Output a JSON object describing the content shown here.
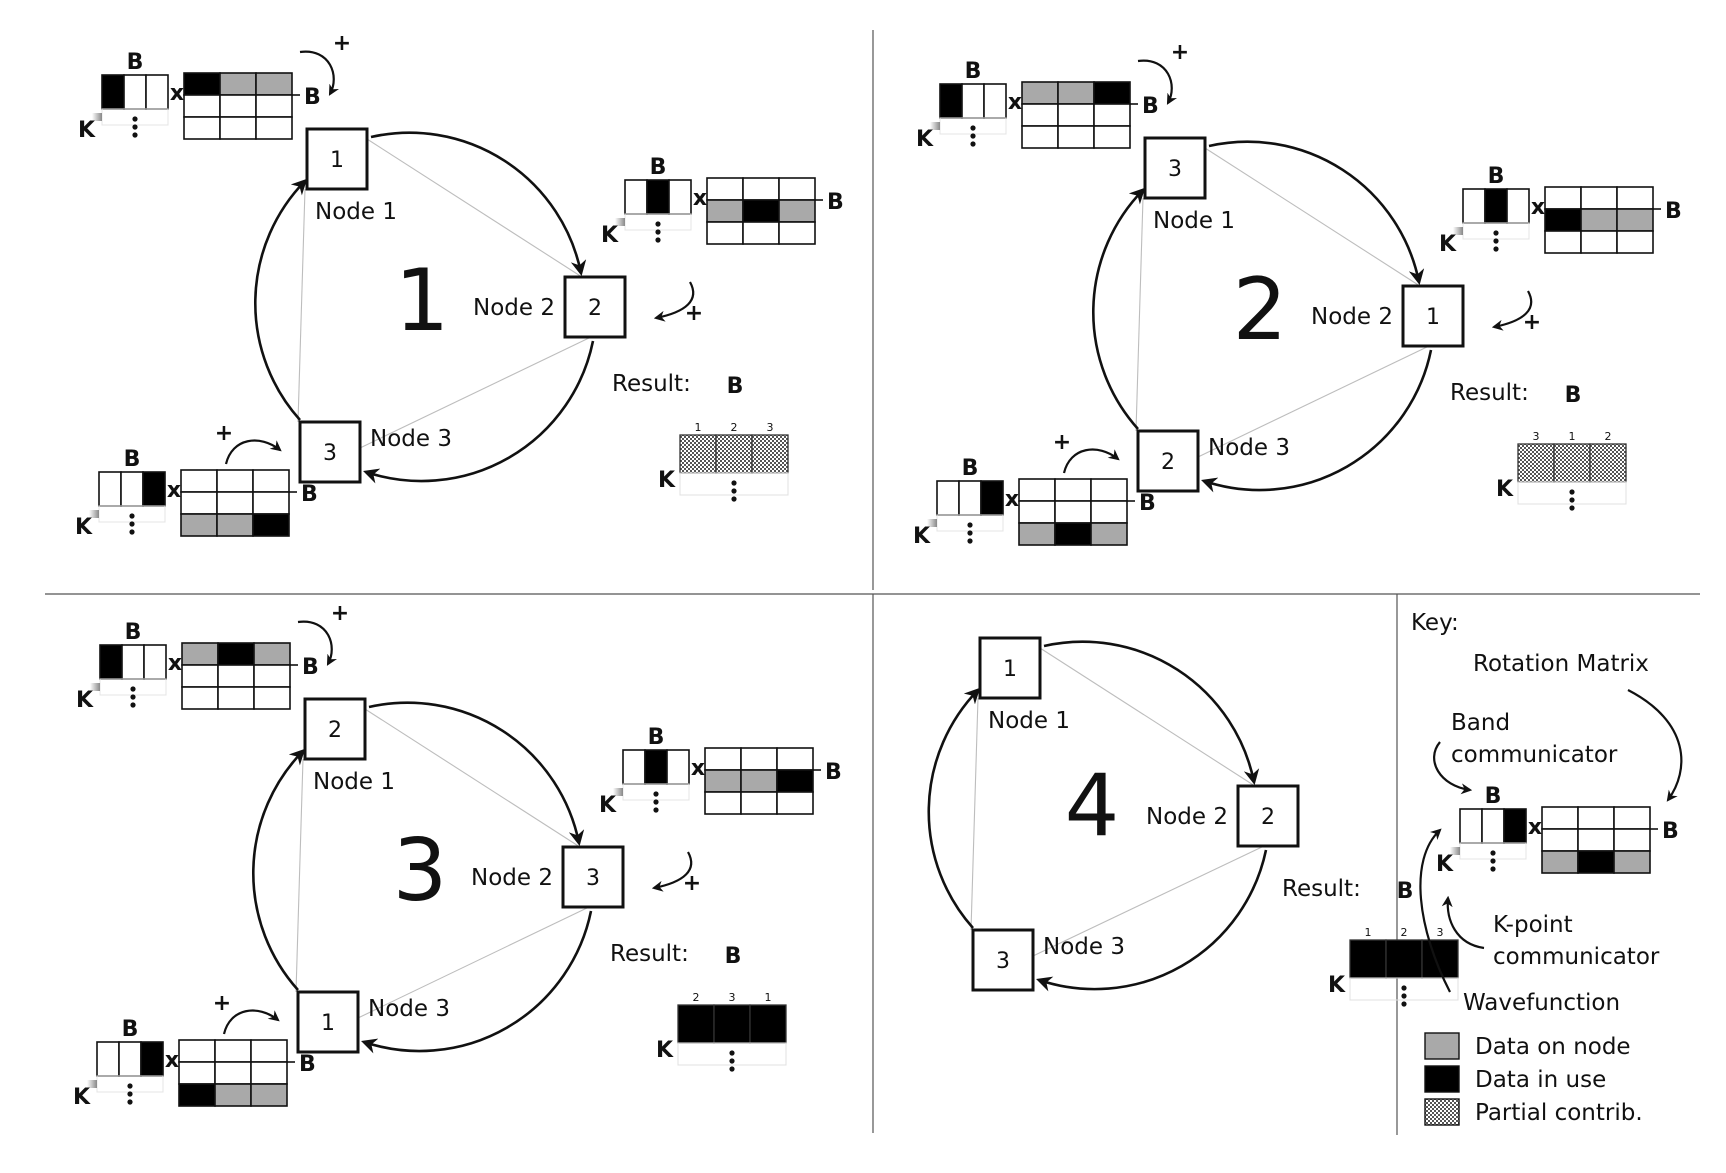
{
  "node_labels": [
    "Node 1",
    "Node 2",
    "Node 3"
  ],
  "matrix_labels": {
    "band": "B",
    "kpoint": "K",
    "times": "x",
    "plus": "+"
  },
  "result_label": "Result:",
  "colors": {
    "data_on_node": "#a9a9a9",
    "data_in_use": "#000000",
    "empty": "#ffffff",
    "lines": "#111111"
  },
  "panels": [
    {
      "step": "1",
      "nodes": [
        {
          "box": "1",
          "wf_col": 0,
          "rot_row": 0,
          "rot_black_col": 0
        },
        {
          "box": "2",
          "wf_col": 1,
          "rot_row": 1,
          "rot_black_col": 1
        },
        {
          "box": "3",
          "wf_col": 2,
          "rot_row": 2,
          "rot_black_col": 2
        }
      ],
      "result": {
        "col_labels": [
          "1",
          "2",
          "3"
        ],
        "fill": "partial"
      }
    },
    {
      "step": "2",
      "nodes": [
        {
          "box": "3",
          "wf_col": 0,
          "rot_row": 0,
          "rot_black_col": 2
        },
        {
          "box": "1",
          "wf_col": 1,
          "rot_row": 1,
          "rot_black_col": 0
        },
        {
          "box": "2",
          "wf_col": 2,
          "rot_row": 2,
          "rot_black_col": 1
        }
      ],
      "result": {
        "col_labels": [
          "3",
          "1",
          "2"
        ],
        "fill": "partial"
      }
    },
    {
      "step": "3",
      "nodes": [
        {
          "box": "2",
          "wf_col": 0,
          "rot_row": 0,
          "rot_black_col": 1
        },
        {
          "box": "3",
          "wf_col": 1,
          "rot_row": 1,
          "rot_black_col": 2
        },
        {
          "box": "1",
          "wf_col": 2,
          "rot_row": 2,
          "rot_black_col": 0
        }
      ],
      "result": {
        "col_labels": [
          "2",
          "3",
          "1"
        ],
        "fill": "in_use"
      }
    },
    {
      "step": "4",
      "nodes": [
        {
          "box": "1"
        },
        {
          "box": "2"
        },
        {
          "box": "3"
        }
      ],
      "result": {
        "col_labels": [
          "1",
          "2",
          "3"
        ],
        "fill": "in_use"
      }
    }
  ],
  "key": {
    "title": "Key:",
    "rotation_matrix": "Rotation Matrix",
    "band_comm_line1": "Band",
    "band_comm_line2": "communicator",
    "kpoint_comm_line1": "K-point",
    "kpoint_comm_line2": "communicator",
    "wavefunction": "Wavefunction",
    "legend": [
      {
        "label": "Data on node",
        "swatch": "gray"
      },
      {
        "label": "Data in use",
        "swatch": "black"
      },
      {
        "label": "Partial contrib.",
        "swatch": "checker"
      }
    ],
    "example": {
      "wf_col": 2,
      "rot_row": 2,
      "rot_black_col": 1
    }
  }
}
